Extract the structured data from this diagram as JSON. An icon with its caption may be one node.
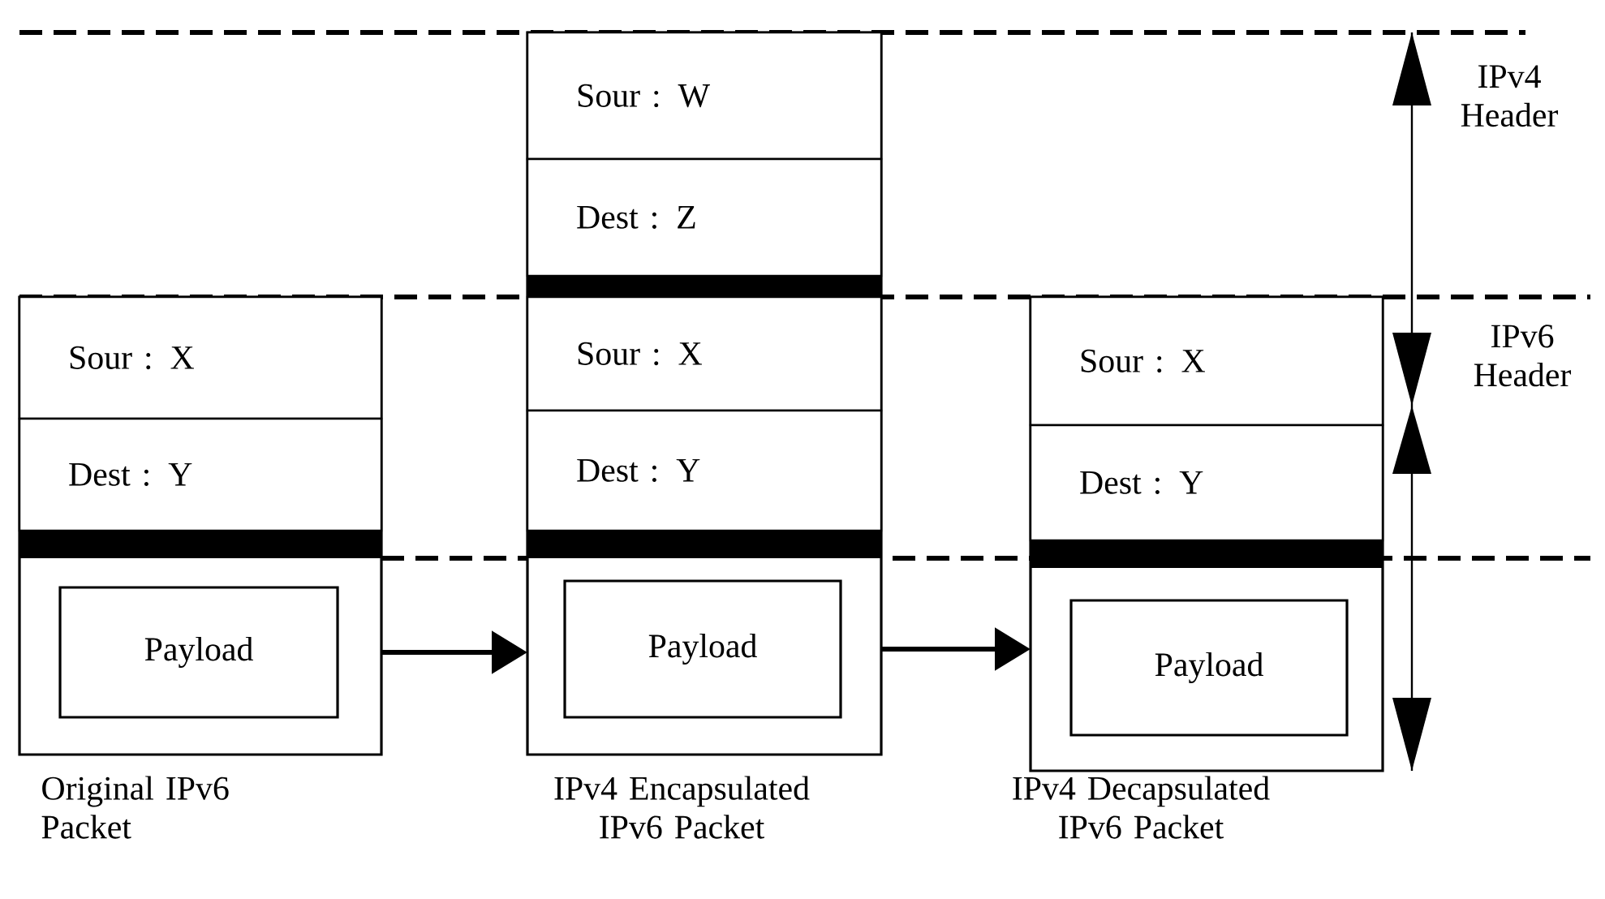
{
  "diagram": {
    "nodes": [
      {
        "text": [],
        "shape": "box",
        "beside": [
          "Original IPv6 Packet"
        ]
      },
      {
        "text": [
          "Sour : X"
        ],
        "in": 0
      },
      {
        "text": [
          "Dest : Y"
        ],
        "in": 0
      },
      {
        "text": [
          "Payload"
        ],
        "in": 0
      },
      {
        "text": [],
        "shape": "box",
        "beside": [
          "IPv4 Encapsulated IPv6 Packet"
        ]
      },
      {
        "text": [
          "Sour : W"
        ],
        "in": 4
      },
      {
        "text": [
          "Dest : Z"
        ],
        "in": 4
      },
      {
        "text": [
          "Sour : X"
        ],
        "in": 4
      },
      {
        "text": [
          "Dest : Y"
        ],
        "in": 4
      },
      {
        "text": [
          "Payload"
        ],
        "in": 4
      },
      {
        "text": [],
        "shape": "box",
        "beside": [
          "IPv4 Decapsulated IPv6 Packet"
        ]
      },
      {
        "text": [
          "Sour : X"
        ],
        "in": 10
      },
      {
        "text": [
          "Dest : Y"
        ],
        "in": 10
      },
      {
        "text": [
          "Payload"
        ],
        "in": 10
      }
    ],
    "edges": [
      {
        "from": 0,
        "to": 4,
        "arrow": "to"
      },
      {
        "from": 4,
        "to": 10,
        "arrow": "to"
      }
    ],
    "labels": [
      "IPv4 Header",
      "IPv6 Header"
    ]
  }
}
